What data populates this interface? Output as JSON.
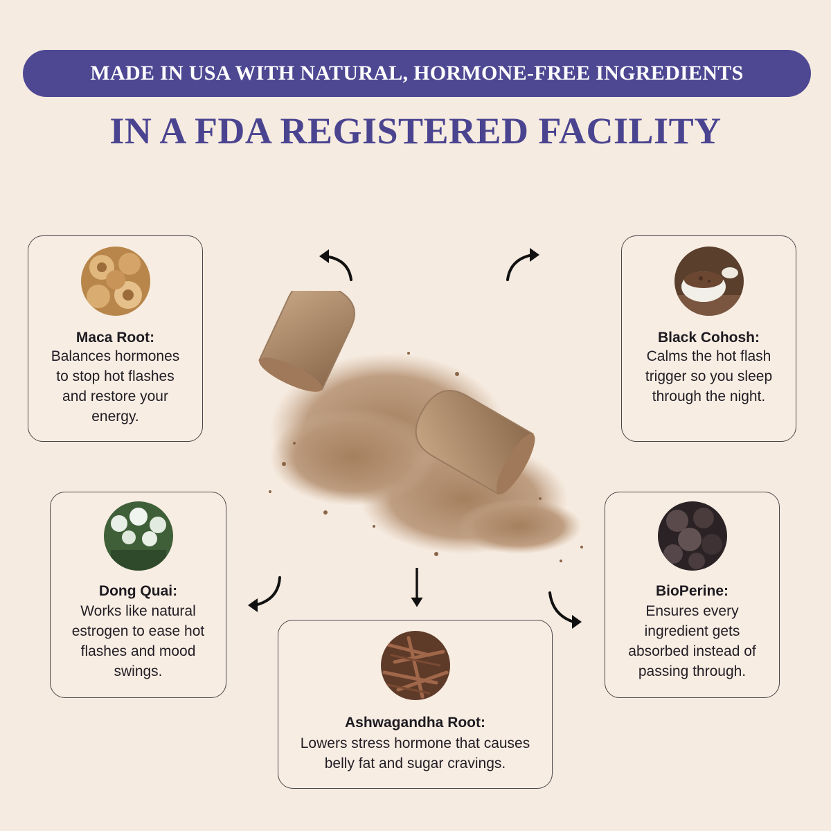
{
  "banner": {
    "text": "MADE IN USA WITH NATURAL, HORMONE-FREE INGREDIENTS"
  },
  "headline": {
    "text": "IN A FDA REGISTERED FACILITY"
  },
  "colors": {
    "accent": "#4e4893",
    "background": "#f6ebe0",
    "powder": "#a88565"
  },
  "ingredients": {
    "maca": {
      "title": "Maca Root:",
      "desc_lines": [
        "Balances hormones",
        "to stop hot flashes",
        "and restore your",
        "energy."
      ],
      "icon": "maca-root-photo"
    },
    "cohosh": {
      "title": "Black Cohosh:",
      "desc_lines": [
        "Calms the hot flash",
        "trigger so you sleep",
        "through the night."
      ],
      "icon": "black-cohosh-photo"
    },
    "dong": {
      "title": "Dong Quai:",
      "desc_lines": [
        "Works like natural",
        "estrogen to ease hot",
        "flashes and mood",
        "swings."
      ],
      "icon": "dong-quai-photo"
    },
    "bioperine": {
      "title": "BioPerine:",
      "desc_lines": [
        "Ensures every",
        "ingredient gets",
        "absorbed instead of",
        "passing through."
      ],
      "icon": "bioperine-photo"
    },
    "ashwa": {
      "title": "Ashwagandha Root:",
      "desc_lines": [
        "Lowers stress hormone that causes",
        "belly fat and sugar cravings."
      ],
      "icon": "ashwagandha-root-photo"
    }
  }
}
